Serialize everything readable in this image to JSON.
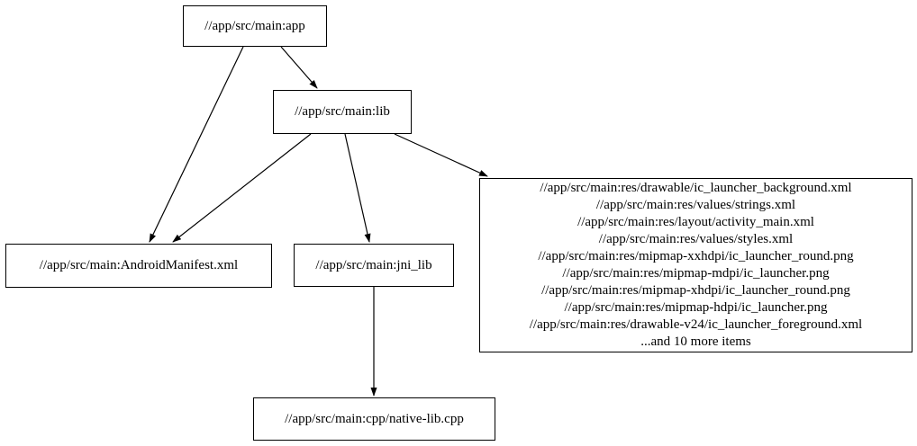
{
  "diagram": {
    "type": "directed-graph",
    "background_color": "#ffffff",
    "node_border_color": "#000000",
    "edge_color": "#000000",
    "nodes": [
      {
        "id": "app",
        "label": "//app/src/main:app"
      },
      {
        "id": "lib",
        "label": "//app/src/main:lib"
      },
      {
        "id": "manifest",
        "label": "//app/src/main:AndroidManifest.xml"
      },
      {
        "id": "jni_lib",
        "label": "//app/src/main:jni_lib"
      },
      {
        "id": "resources",
        "lines": [
          "//app/src/main:res/drawable/ic_launcher_background.xml",
          "//app/src/main:res/values/strings.xml",
          "//app/src/main:res/layout/activity_main.xml",
          "//app/src/main:res/values/styles.xml",
          "//app/src/main:res/mipmap-xxhdpi/ic_launcher_round.png",
          "//app/src/main:res/mipmap-mdpi/ic_launcher.png",
          "//app/src/main:res/mipmap-xhdpi/ic_launcher_round.png",
          "//app/src/main:res/mipmap-hdpi/ic_launcher.png",
          "//app/src/main:res/drawable-v24/ic_launcher_foreground.xml",
          "...and 10 more items"
        ]
      },
      {
        "id": "cpp",
        "label": "//app/src/main:cpp/native-lib.cpp"
      }
    ],
    "edges": [
      {
        "from": "app",
        "to": "lib"
      },
      {
        "from": "app",
        "to": "manifest"
      },
      {
        "from": "lib",
        "to": "manifest"
      },
      {
        "from": "lib",
        "to": "jni_lib"
      },
      {
        "from": "lib",
        "to": "resources"
      },
      {
        "from": "jni_lib",
        "to": "cpp"
      }
    ]
  }
}
